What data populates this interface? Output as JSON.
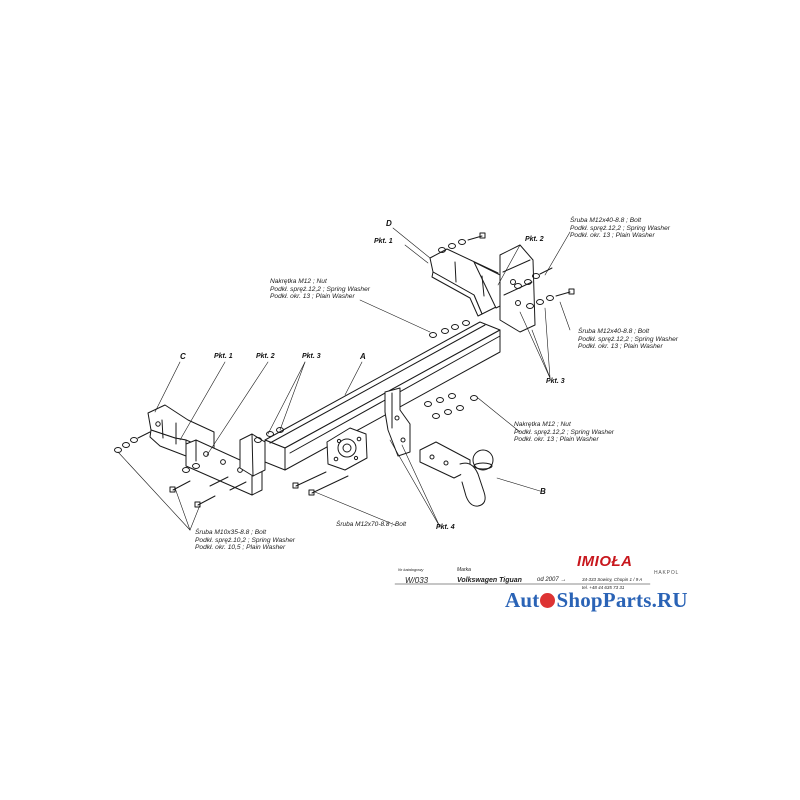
{
  "labels": {
    "bolt_top": [
      "Śruba M12x40-8.8 ;  Bolt",
      "Podkł. spręż.12,2 ; Spring Washer",
      "Podkł. okr. 13 ; Plain Washer"
    ],
    "bolt_right": [
      "Śruba M12x40-8.8 ;  Bolt",
      "Podkł. spręż.12,2 ; Spring Washer",
      "Podkł. okr. 13 ; Plain Washer"
    ],
    "nut_upper": [
      "Nakrętka  M12 ; Nut",
      "Podkł. spręż.12,2 ; Spring Washer",
      "Podkł. okr. 13 ; Plain Washer"
    ],
    "nut_right": [
      "Nakrętka  M12 ; Nut",
      "Podkł. spręż.12,2 ; Spring Washer",
      "Podkł. okr. 13 ; Plain Washer"
    ],
    "bolt_lower_left": [
      "Śruba M10x35-8.8 ;  Bolt",
      "Podkł. spręż.10,2 ; Spring Washer",
      "Podkł. okr. 10,5 ; Plain Washer"
    ],
    "bolt_m12x70": "Śruba M12x70-8.8 ;  Bolt"
  },
  "tags": {
    "pkt1_top": "Pkt. 1",
    "pkt2_top": "Pkt. 2",
    "pkt3_right": "Pkt. 3",
    "pkt1_left": "Pkt. 1",
    "pkt2_left": "Pkt. 2",
    "pkt3_left": "Pkt. 3",
    "pkt4": "Pkt. 4"
  },
  "letters": {
    "a": "A",
    "b": "B",
    "c": "C",
    "d": "D"
  },
  "title_block": {
    "col1_header": "Nr katalogowy",
    "col2_header": "Marka",
    "code": "W/033",
    "model": "Volkswagen Tiguan",
    "year": "od 2007 →",
    "address_line1": "34-333 Sowiny, Chopin 1 / 9 A",
    "address_line2": "tel. +48 44 635 73 31"
  },
  "brand": {
    "name": "IMIOŁA",
    "sub": "HAKPOL"
  },
  "watermark": {
    "pre": "Aut",
    "post": "ShopParts.RU"
  },
  "colors": {
    "line": "#1a1a1a",
    "brand": "#c8171d",
    "watermark": "#2a63b6"
  }
}
